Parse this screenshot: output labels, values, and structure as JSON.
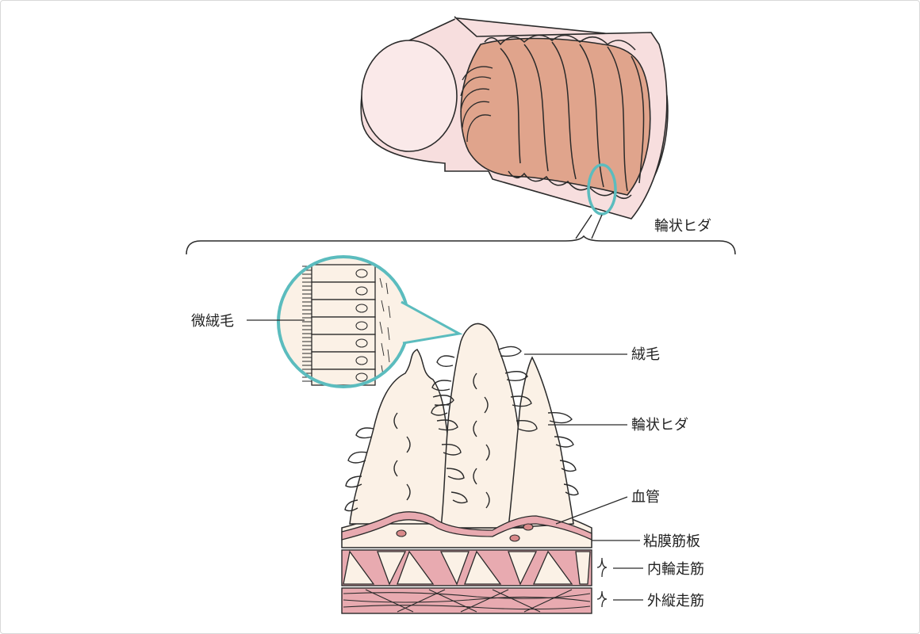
{
  "labels": {
    "top_fold": "輪状ヒダ",
    "microvilli": "微絨毛",
    "villi": "絨毛",
    "fold": "輪状ヒダ",
    "vessel": "血管",
    "muscularis_mucosae": "粘膜筋板",
    "inner_circular": "内輪走筋",
    "outer_longitudinal": "外縦走筋"
  },
  "colors": {
    "outline": "#2a2a2a",
    "tube_wall": "#f7dede",
    "tube_inner": "#e0a48c",
    "tissue": "#fbf1e6",
    "muscle_pink": "#e8aab0",
    "accent_ring": "#5bbcbe",
    "vessel": "#d98a8a"
  }
}
